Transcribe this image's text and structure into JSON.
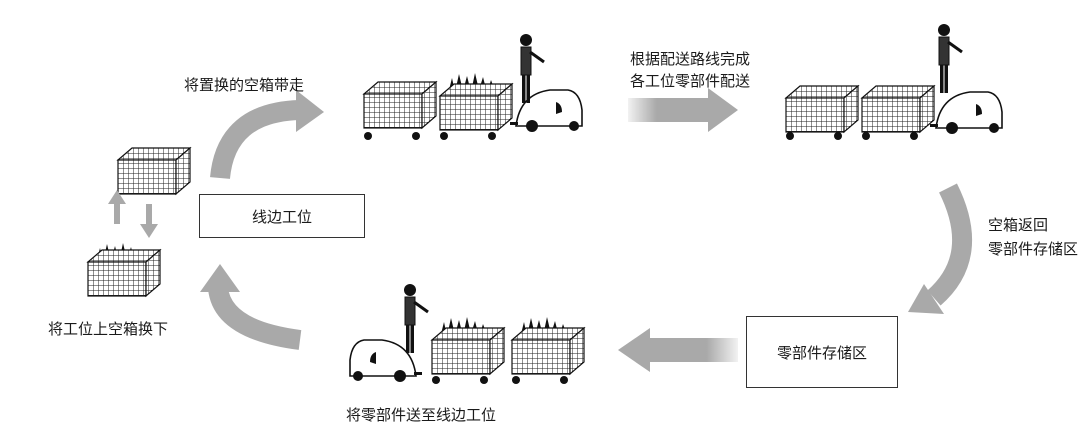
{
  "labels": {
    "take_away": "将置换的空箱带走",
    "deliver_route_line1": "根据配送路线完成",
    "deliver_route_line2": "各工位零部件配送",
    "return_line1": "空箱返回",
    "return_line2": "零部件存储区",
    "swap_down": "将工位上空箱换下",
    "send_parts": "将零部件送至线边工位"
  },
  "boxes": {
    "line_side": "线边工位",
    "storage": "零部件存储区"
  },
  "icons": [
    "curved-arrow-icon",
    "right-arrow-icon",
    "left-arrow-icon",
    "up-arrow-icon",
    "down-arrow-icon",
    "tow-tractor-icon",
    "bin-icon"
  ],
  "colors": {
    "arrow": "#a9a9a9",
    "ink": "#1a1a1a",
    "box_border": "#333333"
  }
}
